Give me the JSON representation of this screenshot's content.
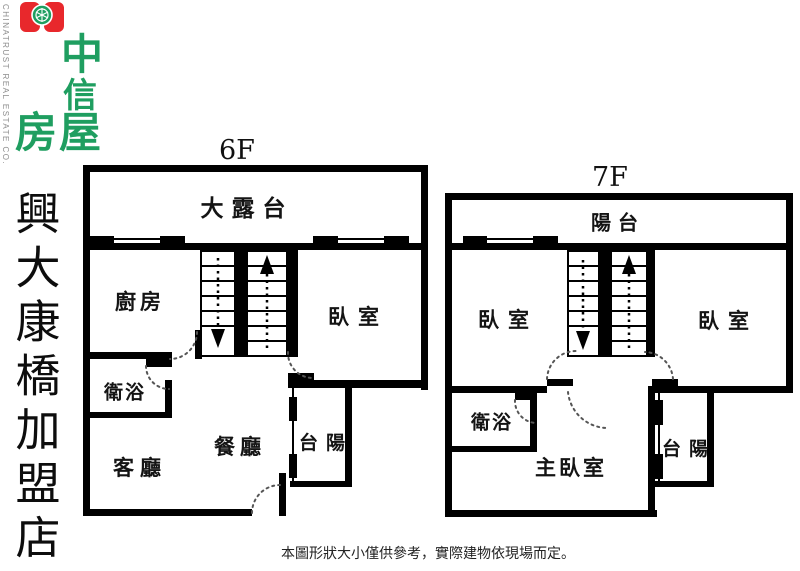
{
  "logo": {
    "company_en": "CHINATRUST REAL ESTATE CO.",
    "chars": [
      "中",
      "信",
      "房",
      "屋"
    ],
    "brand_green": "#1f9e60",
    "brand_red": "#e8282c"
  },
  "store_name": "興大康橋加盟店",
  "floor6": {
    "title": "6F",
    "terrace": "大露台",
    "kitchen": "廚房",
    "bedroom": "臥室",
    "bath": "衛浴",
    "living": "客廳",
    "dining": "餐廳",
    "balcony": "陽台"
  },
  "floor7": {
    "title": "7F",
    "balcony_top": "陽台",
    "bedroom_left": "臥室",
    "bedroom_right": "臥室",
    "bath": "衛浴",
    "master_bedroom": "主臥室",
    "balcony_right": "陽台"
  },
  "disclaimer": "本圖形狀大小僅供參考，實際建物依現場而定。"
}
